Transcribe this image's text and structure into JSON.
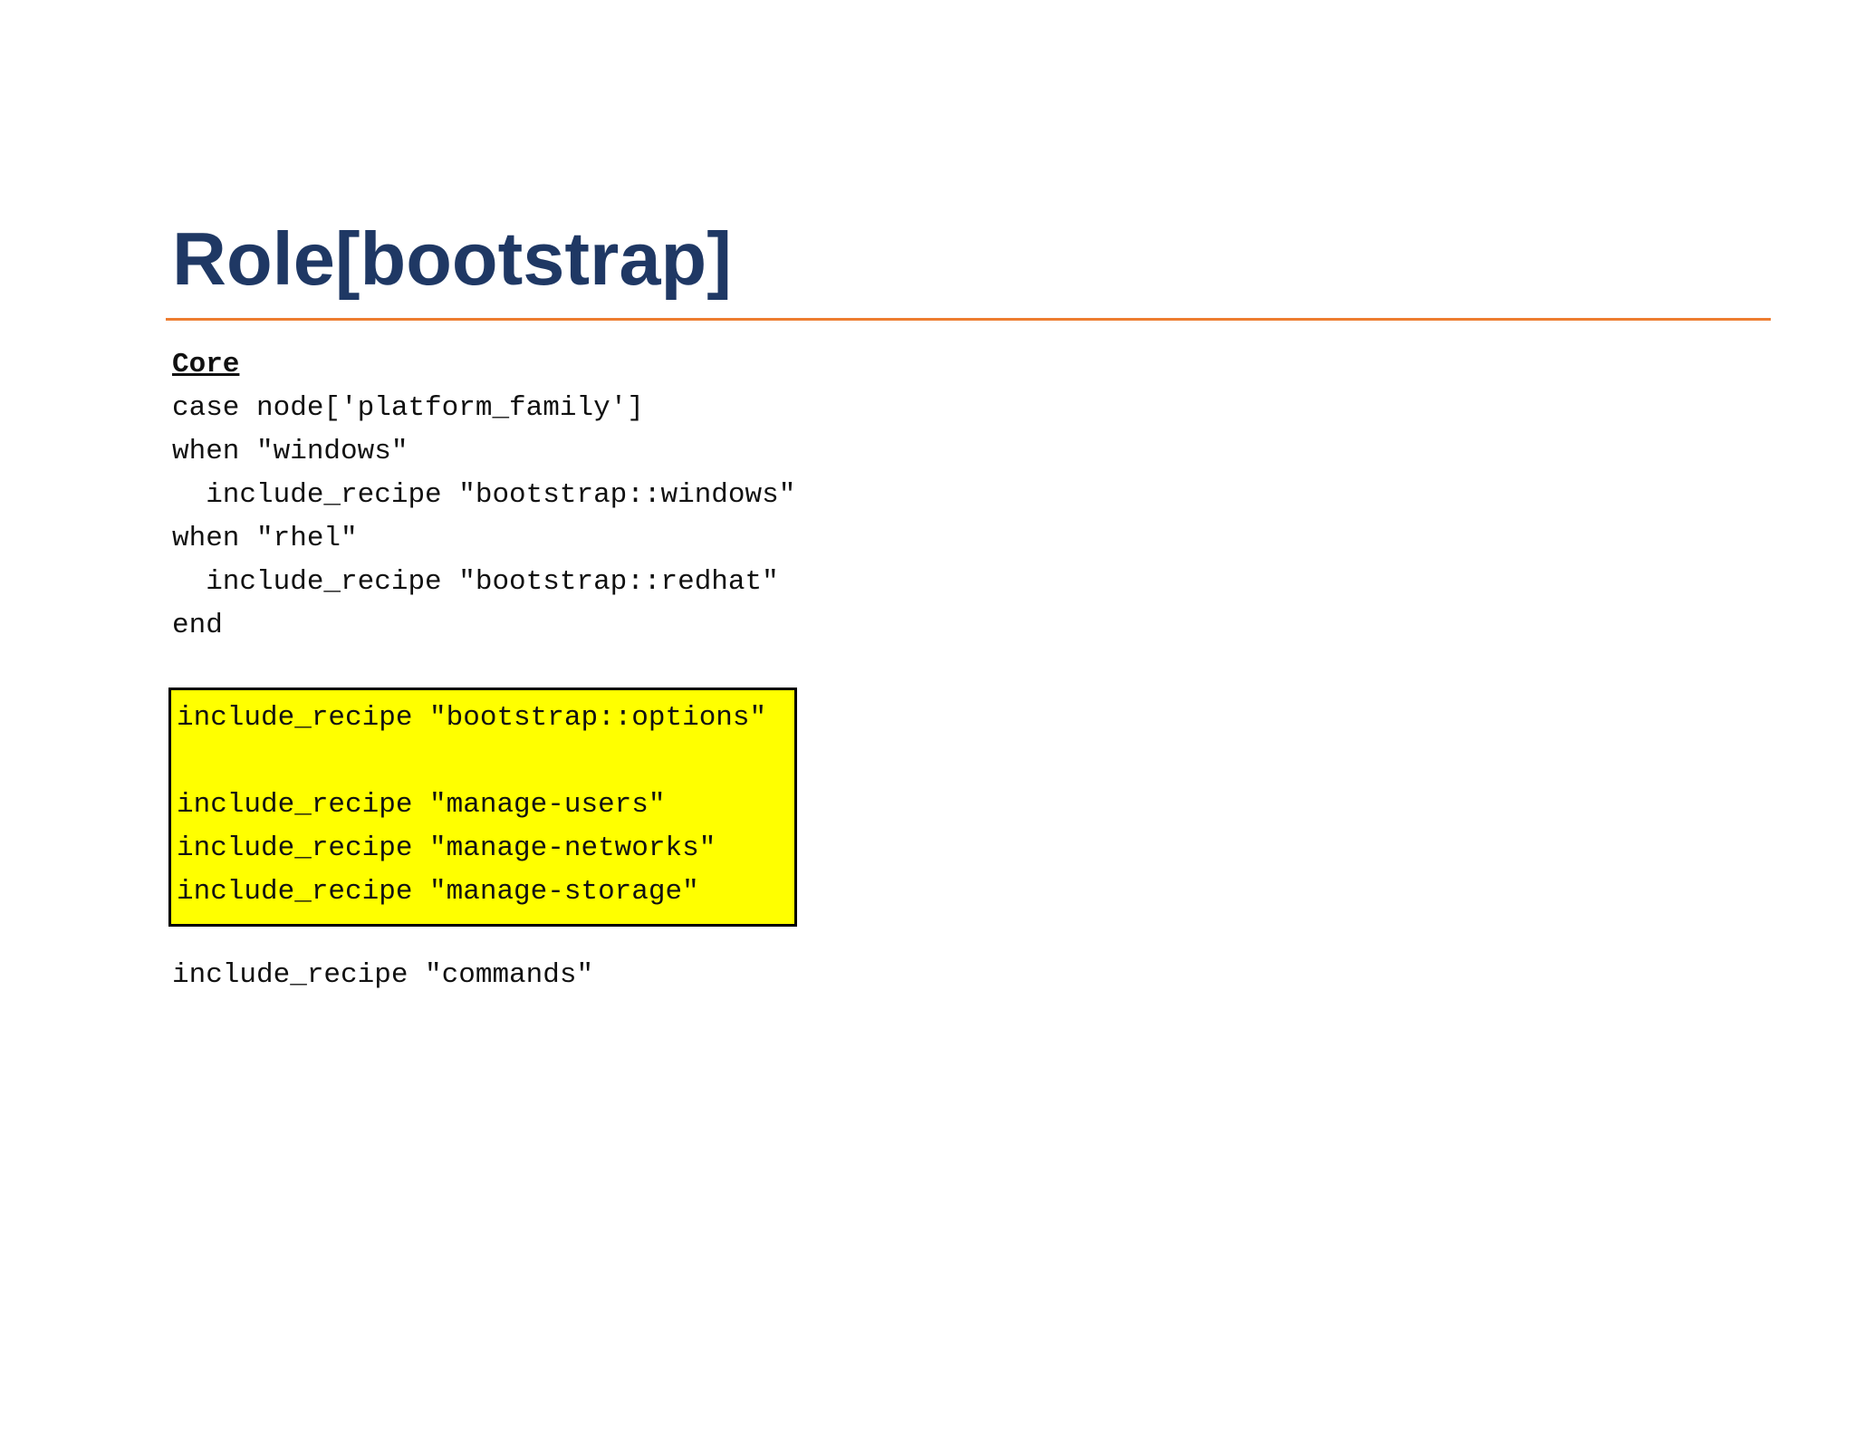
{
  "title": {
    "text": "Role[bootstrap]",
    "color": "#1f3864"
  },
  "divider": {
    "color": "#ed7d31"
  },
  "code": {
    "heading": "Core",
    "lines": [
      "case node['platform_family']",
      "when \"windows\"",
      "  include_recipe \"bootstrap::windows\"",
      "when \"rhel\"",
      "  include_recipe \"bootstrap::redhat\"",
      "end"
    ]
  },
  "highlight_box": {
    "background": "#ffff00",
    "border_color": "#000000",
    "lines": [
      "include_recipe \"bootstrap::options\"",
      "",
      "include_recipe \"manage-users\"",
      "include_recipe \"manage-networks\"",
      "include_recipe \"manage-storage\""
    ]
  },
  "footer": {
    "line": "include_recipe \"commands\""
  }
}
